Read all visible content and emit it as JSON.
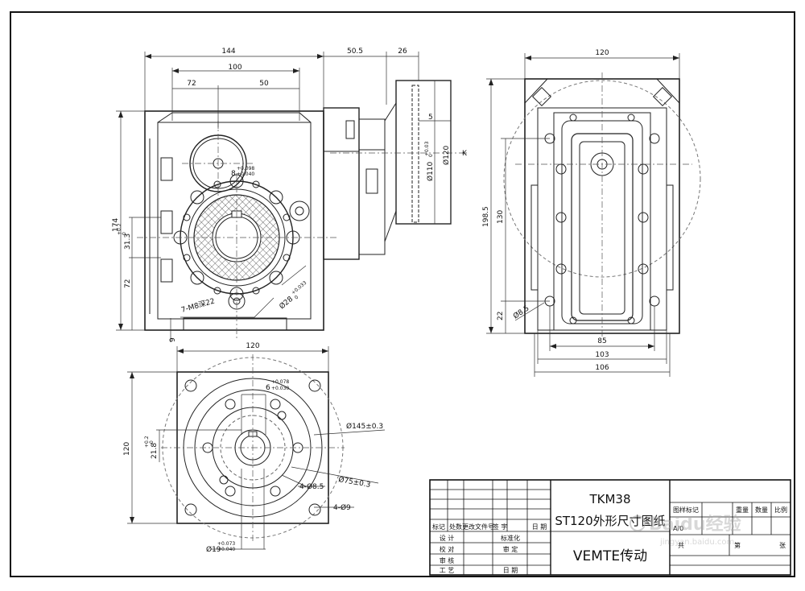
{
  "drawing": {
    "model": "TKM38",
    "title": "ST120外形尺寸图纸",
    "company": "VEMTE传动",
    "scale_marker": "A/0"
  },
  "front_view": {
    "dims": {
      "overall_width": "144",
      "bolt_span": "100",
      "left_offset": "72",
      "right_offset": "50",
      "flange_length": "50.5",
      "flange_thickness": "26",
      "flange_step": "5",
      "height": "174",
      "center_offset": "31.3",
      "center_tol_top": "+0.2",
      "center_tol_bot": "0",
      "center_height": "72",
      "bottom_gap": "9",
      "spigot": "Ø110",
      "spigot_tol_top": "+0.03",
      "spigot_tol_bot": "0",
      "flange_dia": "Ø120",
      "section_mark": "K",
      "input_key": "8",
      "input_key_tol_top": "+0.098",
      "input_key_tol_bot": "+0.040",
      "tapped_holes": "7-M8深22",
      "bore": "Ø28",
      "bore_tol_top": "+0.033",
      "bore_tol_bot": "0"
    }
  },
  "side_view": {
    "dims": {
      "width": "120",
      "height": "198.5",
      "hole_span_v": "130",
      "bottom_offset": "22",
      "hole_dia": "Ø8.5",
      "hole_span_h": "85",
      "base_width": "103",
      "foot_width": "106"
    }
  },
  "flange_view": {
    "dims": {
      "width": "120",
      "height": "120",
      "key_height": "21.8",
      "key_tol_top": "+0.2",
      "key_tol_bot": "0",
      "key_width": "6",
      "key_width_tol_top": "+0.078",
      "key_width_tol_bot": "+0.030",
      "pcd_outer": "Ø145±0.3",
      "pcd_inner": "Ø75±0.3",
      "inner_holes": "4-Ø8.5",
      "corner_holes": "4-Ø9",
      "bore": "Ø19",
      "bore_tol_top": "+0.073",
      "bore_tol_bot": "+0.040"
    }
  },
  "title_block": {
    "rev_headers": [
      "标记",
      "处数",
      "更改文件号",
      "签 字",
      "日 期"
    ],
    "roles": [
      "设 计",
      "校 对",
      "审 核",
      "工 艺"
    ],
    "approvals": [
      "标准化",
      "审 定",
      "日 期"
    ],
    "right_headers": [
      "图样标记",
      "重量",
      "数量",
      "比例"
    ],
    "sheet_total": "共",
    "sheet_no": "第",
    "sheet_unit": "张"
  },
  "watermark": {
    "text": "Baidu经验",
    "url": "jingyan.baidu.com"
  }
}
